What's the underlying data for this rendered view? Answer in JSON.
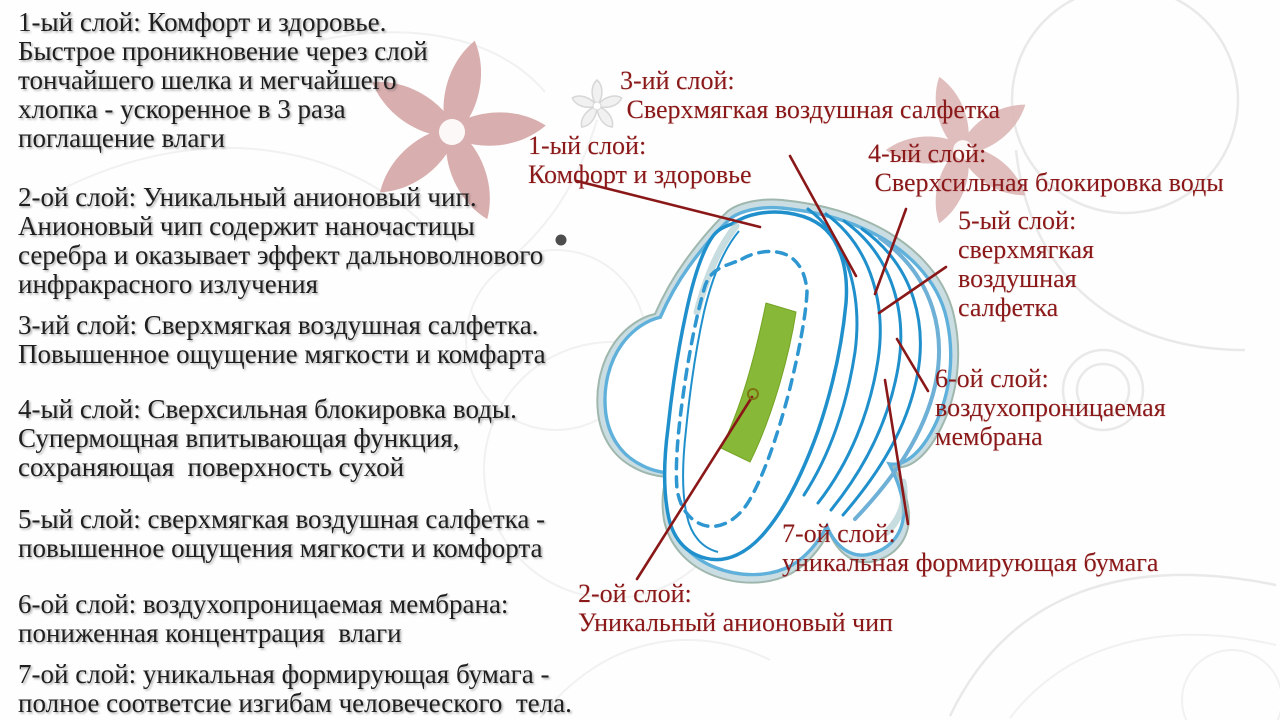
{
  "slide": {
    "left_column": {
      "paragraphs": [
        {
          "text": "1-ый слой: Комфорт и здоровье.\nБыстрое проникновение через слой\nтончайшего шелка и мегчайшего\nхлопка - ускоренное в 3 раза\nпоглащение влаги"
        },
        {
          "text": "2-ой слой: Уникальный анионовый чип.\nАнионовый чип содержит наночастицы\nсеребра и оказывает эффект дальноволнового\nинфракрасного излучения"
        },
        {
          "text": "3-ий слой: Сверхмягкая воздушная салфетка.\nПовышенное ощущение мягкости и комфарта"
        },
        {
          "text": "4-ый слой: Сверхсильная блокировка воды.\nСупермощная впитывающая функция,\nсохраняющая  поверхность сухой"
        },
        {
          "text": "5-ый слой: сверхмягкая воздушная салфетка -\nповышенное ощущения мягкости и комфорта"
        },
        {
          "text": "6-ой слой: воздухопроницаемая мембрана:\nпониженная концентрация  влаги"
        },
        {
          "text": "7-ой слой: уникальная формирующая бумага -\nполное соответсие изгибам человеческого  тела."
        }
      ]
    },
    "diagram": {
      "callouts": [
        {
          "name": "layer-1",
          "text": "1-ый слой:\nКомфорт и здоровье"
        },
        {
          "name": "layer-2",
          "text": "2-ой слой:\nУникальный анионовый чип"
        },
        {
          "name": "layer-3",
          "text": "3-ий слой:\n Сверхмягкая воздушная салфетка"
        },
        {
          "name": "layer-4",
          "text": "4-ый слой:\n Сверхсильная блокировка воды"
        },
        {
          "name": "layer-5",
          "text": "5-ый слой:\nсверхмягкая\nвоздушная\nсалфетка"
        },
        {
          "name": "layer-6",
          "text": "6-ой слой:\nвоздухопроницаемая\nмембрана"
        },
        {
          "name": "layer-7",
          "text": "7-ой слой:\nуникальная формирующая бумага"
        }
      ],
      "colors": {
        "callout_text": "#8a1818",
        "leader_line": "#8a1818",
        "pad_outline_blue": "#2090cc",
        "pad_dash_blue": "#2e96d0",
        "anion_chip_green": "#88b837",
        "flower_pink": "#d6a8a8"
      }
    }
  }
}
